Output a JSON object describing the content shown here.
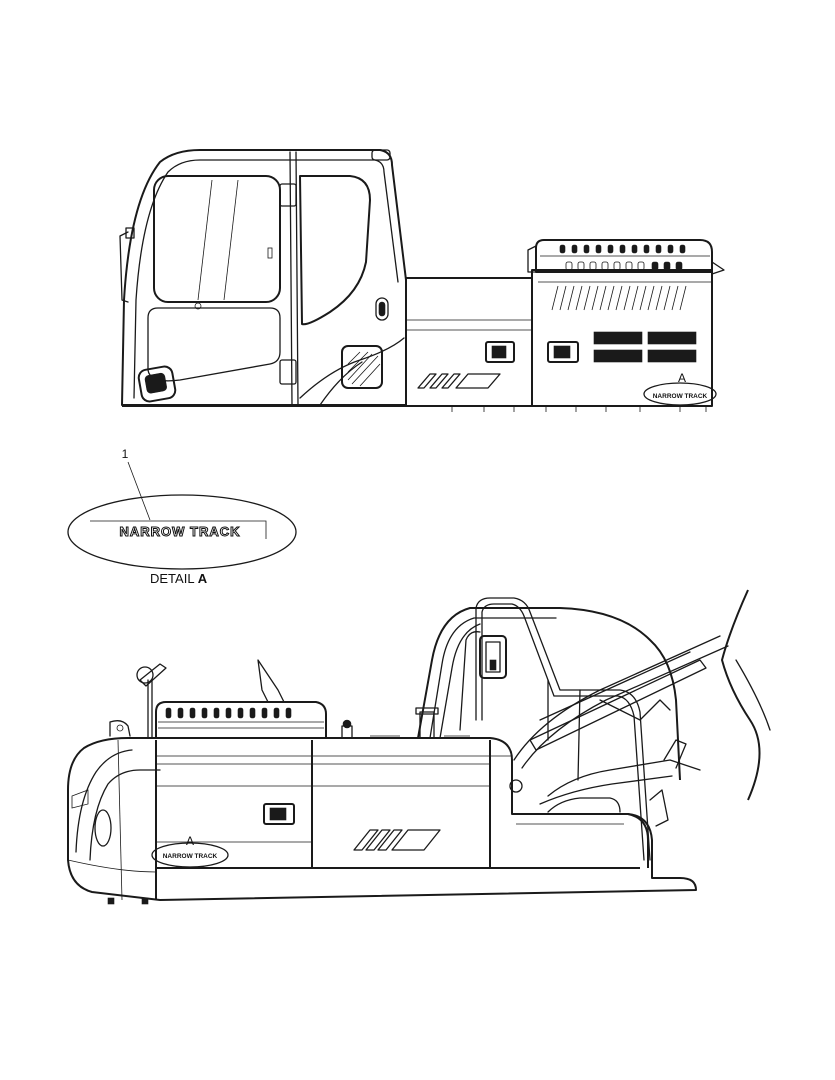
{
  "decal_text": "NARROW TRACK",
  "callout_letter": "A",
  "item_number": "1",
  "detail_caption_prefix": "DETAIL",
  "detail_caption_letter": "A"
}
